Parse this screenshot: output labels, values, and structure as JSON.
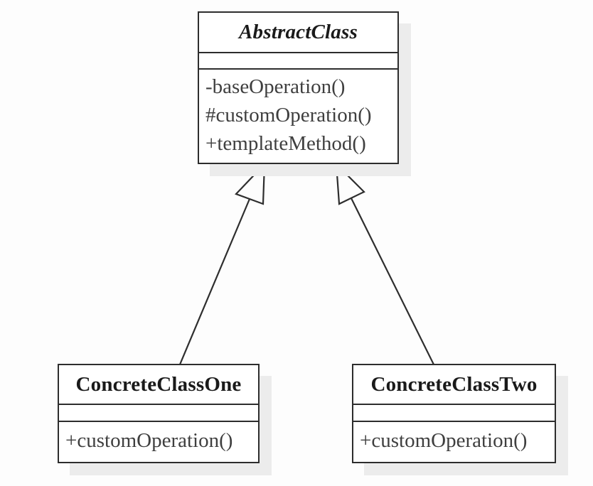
{
  "diagram": {
    "kind": "uml-class-diagram",
    "pattern": "Template Method",
    "colors": {
      "background": "#fdfdfd",
      "box_fill": "#ffffff",
      "box_border": "#2d2d2d",
      "connector_line": "#2e2e2e",
      "shadow": "#ececec",
      "class_name_text": "#1a1a1a",
      "member_text": "#3f3f3f"
    },
    "classes": [
      {
        "name": "AbstractClass",
        "abstract": true,
        "attributes": [],
        "methods": [
          "-baseOperation()",
          "#customOperation()",
          "+templateMethod()"
        ]
      },
      {
        "name": "ConcreteClassOne",
        "abstract": false,
        "attributes": [],
        "methods": [
          "+customOperation()"
        ]
      },
      {
        "name": "ConcreteClassTwo",
        "abstract": false,
        "attributes": [],
        "methods": [
          "+customOperation()"
        ]
      }
    ],
    "relationships": [
      {
        "type": "generalization",
        "from": "ConcreteClassOne",
        "to": "AbstractClass",
        "arrowhead": "hollow-triangle"
      },
      {
        "type": "generalization",
        "from": "ConcreteClassTwo",
        "to": "AbstractClass",
        "arrowhead": "hollow-triangle"
      }
    ]
  }
}
